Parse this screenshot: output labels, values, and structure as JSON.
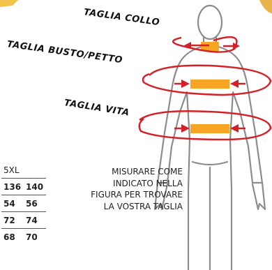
{
  "labels": {
    "neck": "TAGLIA COLLO",
    "chest": "TAGLIA BUSTO/PETTO",
    "waist": "TAGLIA VITA"
  },
  "instructions": [
    "MISURARE COME",
    "INDICATO NELLA",
    "FIGURA PER TROVARE",
    "LA VOSTRA TAGLIA"
  ],
  "size_table": {
    "header": [
      "5XL",
      ""
    ],
    "rows": [
      [
        "136",
        "140"
      ],
      [
        "54",
        "56"
      ],
      [
        "72",
        "74"
      ],
      [
        "68",
        "70"
      ]
    ]
  },
  "colors": {
    "accent_band": "#f6a623",
    "arrow_red": "#d42128",
    "figure_stroke": "#8c8c8c",
    "corner_gold": "#e9b44c"
  }
}
